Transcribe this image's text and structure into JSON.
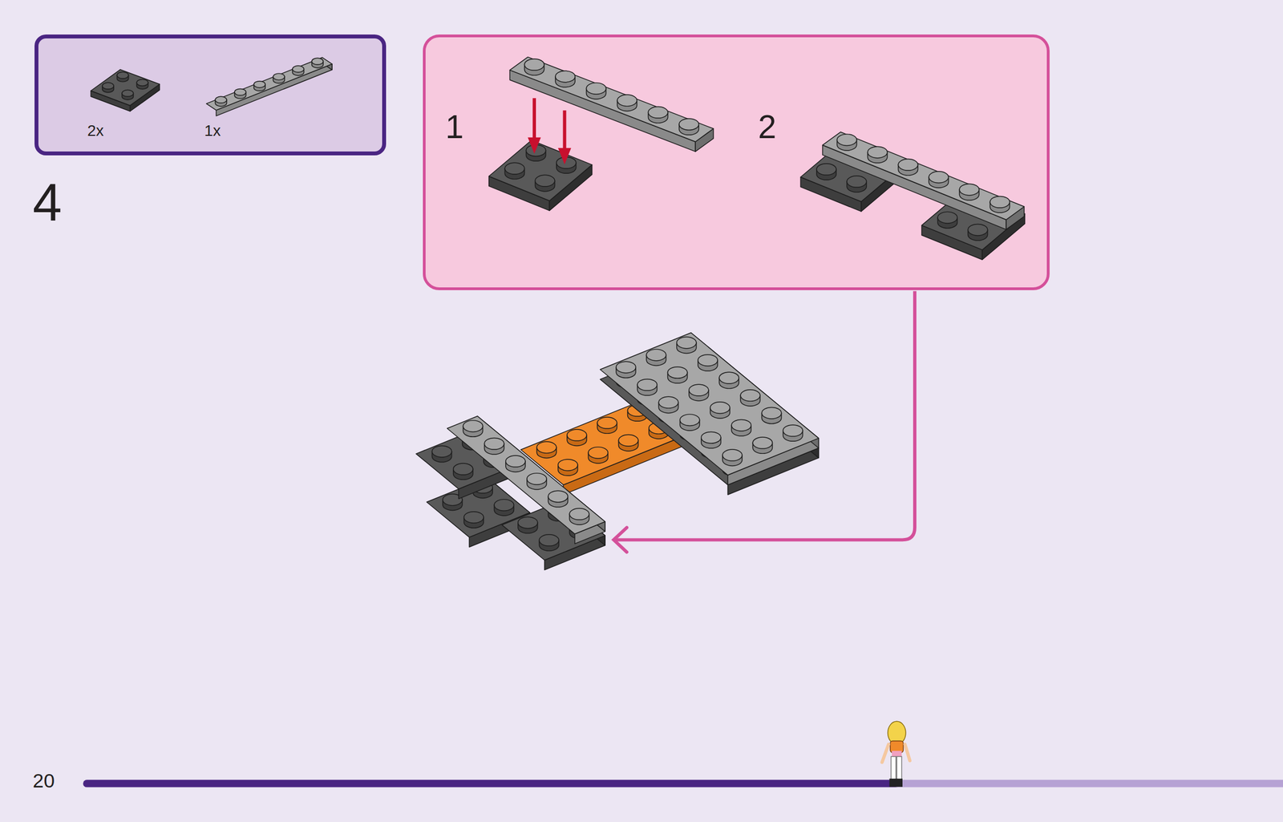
{
  "diagram": {
    "nodes": [
      {
        "text": [
          "2x",
          "1x"
        ]
      },
      {
        "text": [
          "1",
          "2"
        ]
      }
    ],
    "labels": [
      "4",
      "20"
    ]
  }
}
